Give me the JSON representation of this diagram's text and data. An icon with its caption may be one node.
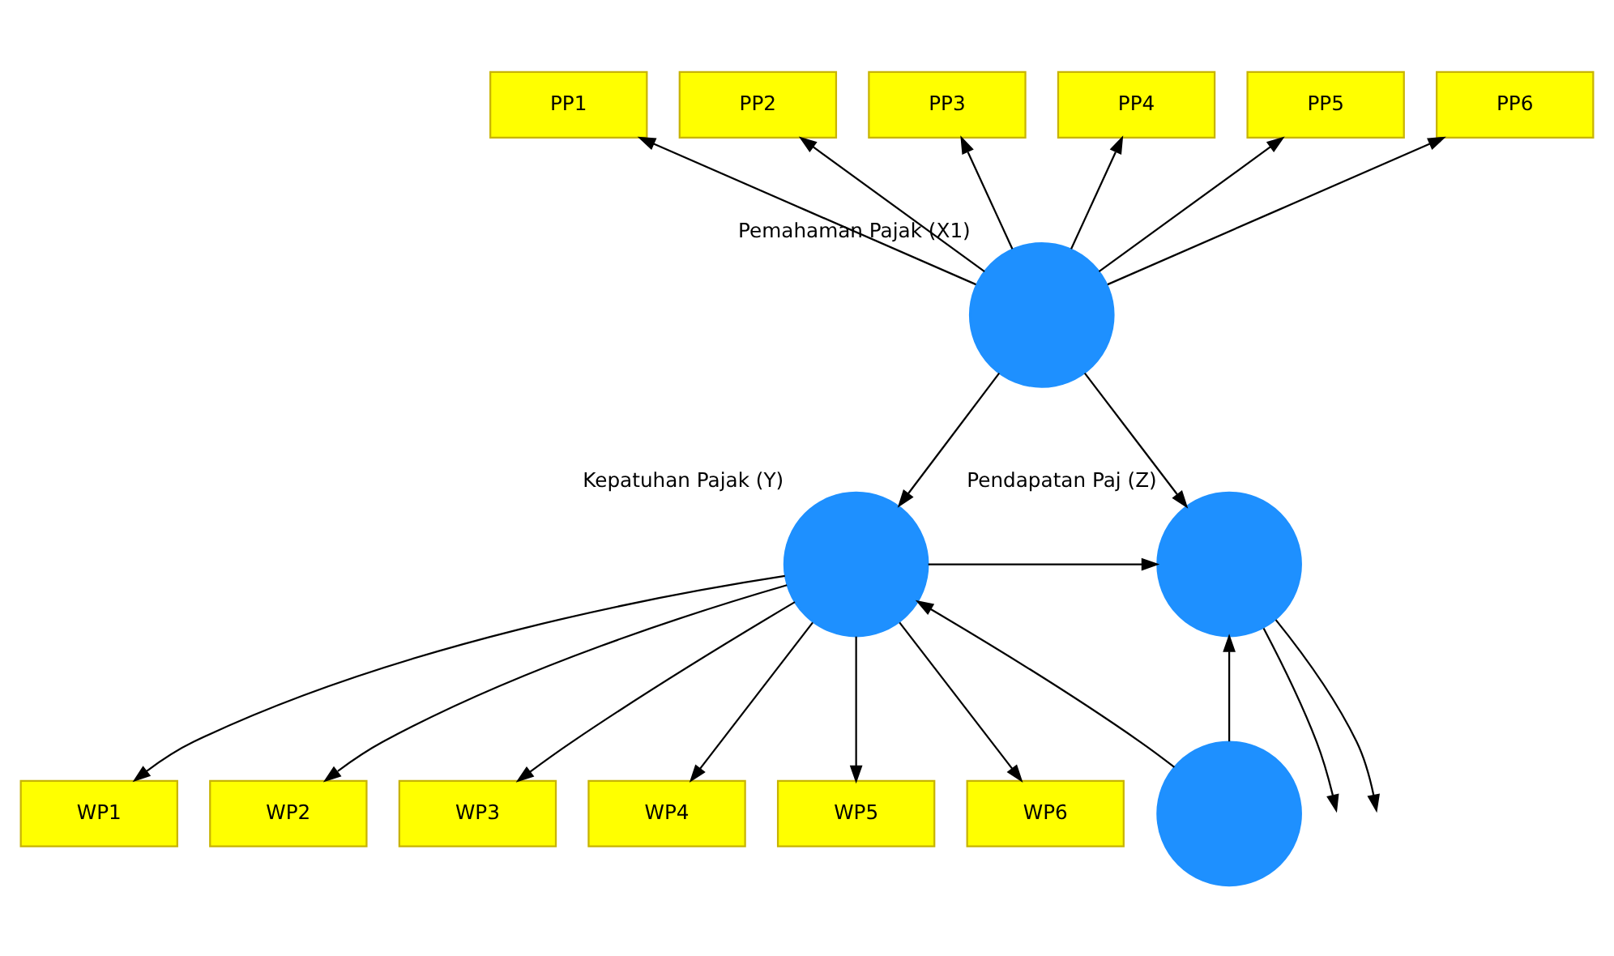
{
  "diagram": {
    "nodes": [
      {
        "text": [],
        "shape": "circle",
        "beside": [
          "Pemahaman Pajak (X1)"
        ]
      },
      {
        "text": [
          "PP1"
        ]
      },
      {
        "text": [
          "PP2"
        ]
      },
      {
        "text": [
          "PP3"
        ]
      },
      {
        "text": [
          "PP4"
        ]
      },
      {
        "text": [
          "PP5"
        ]
      },
      {
        "text": [
          "PP6"
        ]
      },
      {
        "text": [],
        "shape": "circle",
        "beside": [
          "Kepatuhan Pajak (Y)"
        ]
      },
      {
        "text": [
          "WP1"
        ]
      },
      {
        "text": [
          "WP2"
        ]
      },
      {
        "text": [
          "WP3"
        ]
      },
      {
        "text": [
          "WP4"
        ]
      },
      {
        "text": [
          "WP5"
        ]
      },
      {
        "text": [
          "WP6"
        ]
      },
      {
        "text": [],
        "shape": "circle",
        "beside": [
          "Pendapatan Paj (Z)"
        ]
      },
      {
        "text": [],
        "shape": "circle"
      }
    ],
    "edges": [
      {
        "from": 0,
        "to": 1,
        "arrow": "to"
      },
      {
        "from": 0,
        "to": 2,
        "arrow": "to"
      },
      {
        "from": 0,
        "to": 3,
        "arrow": "to"
      },
      {
        "from": 0,
        "to": 4,
        "arrow": "to"
      },
      {
        "from": 0,
        "to": 5,
        "arrow": "to"
      },
      {
        "from": 0,
        "to": 6,
        "arrow": "to"
      },
      {
        "from": 0,
        "to": 7,
        "arrow": "to"
      },
      {
        "from": 0,
        "to": 14,
        "arrow": "to"
      },
      {
        "from": 7,
        "to": 8,
        "arrow": "to"
      },
      {
        "from": 7,
        "to": 9,
        "arrow": "to"
      },
      {
        "from": 7,
        "to": 10,
        "arrow": "to"
      },
      {
        "from": 7,
        "to": 11,
        "arrow": "to"
      },
      {
        "from": 7,
        "to": 12,
        "arrow": "to"
      },
      {
        "from": 7,
        "to": 13,
        "arrow": "to"
      },
      {
        "from": 7,
        "to": 14,
        "arrow": "to"
      },
      {
        "from": 15,
        "to": 7,
        "arrow": "to"
      },
      {
        "from": 15,
        "to": 14,
        "arrow": "to"
      },
      {
        "from": 14,
        "to": null,
        "arrow": "to"
      },
      {
        "from": 14,
        "to": null,
        "arrow": "to"
      }
    ]
  }
}
